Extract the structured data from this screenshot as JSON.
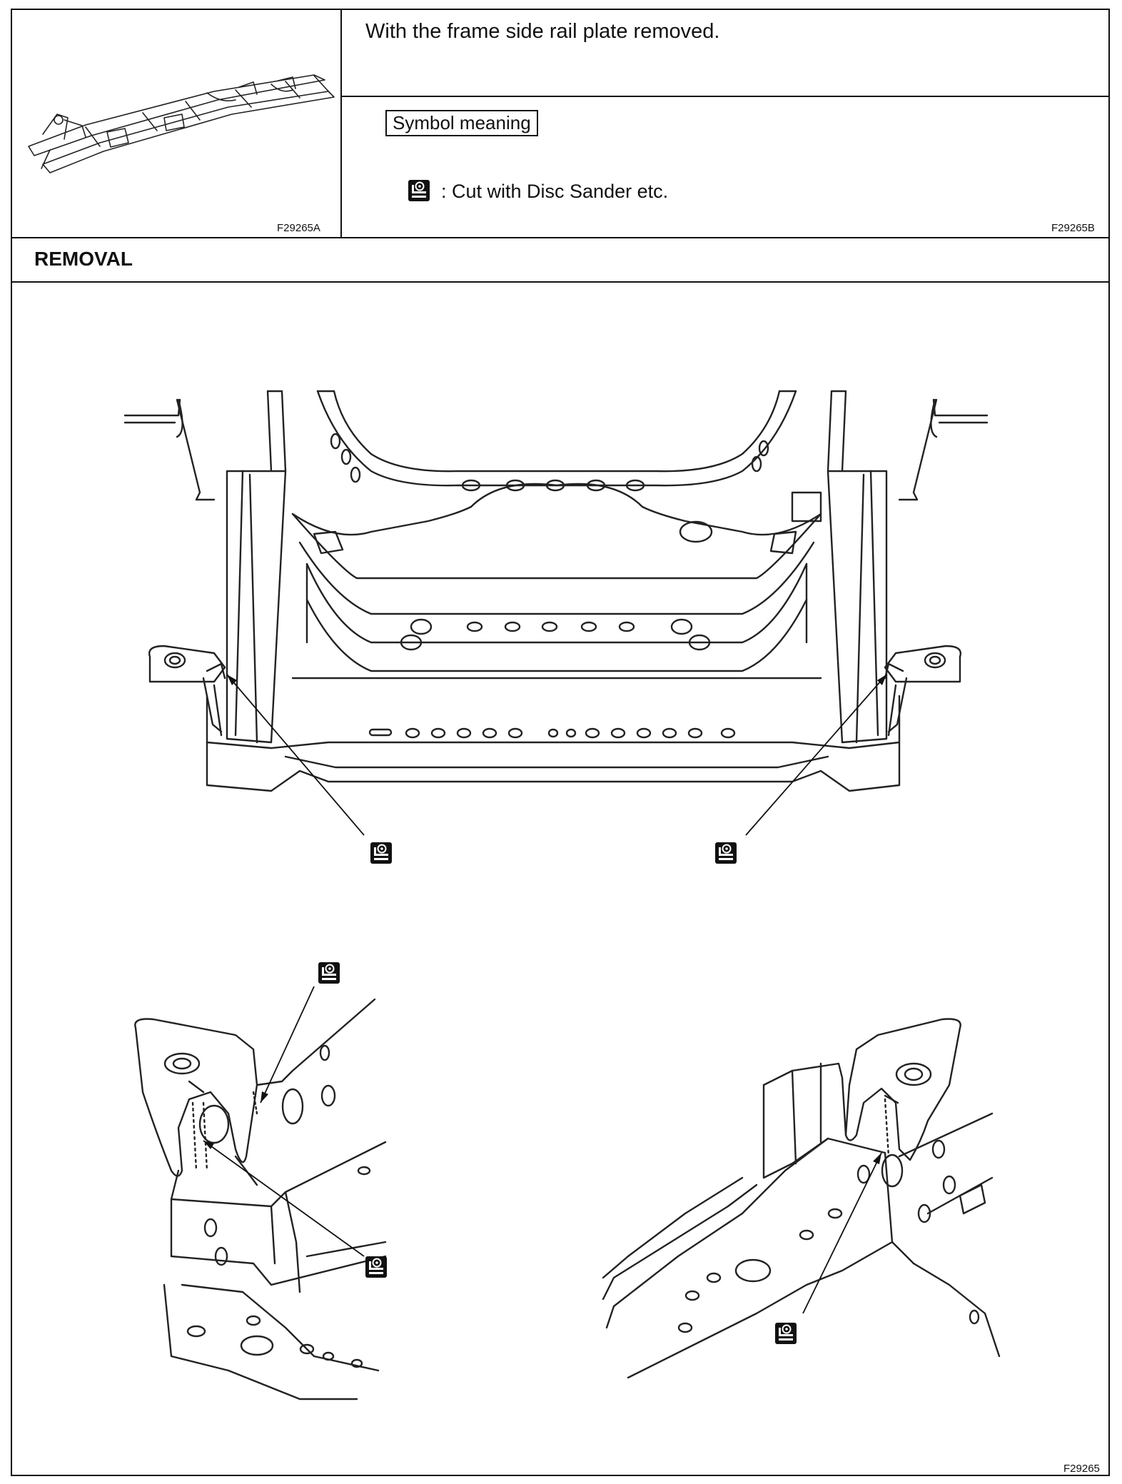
{
  "header": {
    "note": "With the frame side rail plate removed.",
    "legend_title": "Symbol meaning",
    "legend_cut": ": Cut with Disc Sander etc.",
    "code_left": "F29265A",
    "code_right": "F29265B"
  },
  "section": {
    "title": "REMOVAL"
  },
  "figure": {
    "code": "F29265"
  },
  "icons": {
    "cut": "disc-sander-icon"
  },
  "colors": {
    "line": "#222222",
    "icon_bg": "#111111",
    "paper": "#ffffff"
  }
}
